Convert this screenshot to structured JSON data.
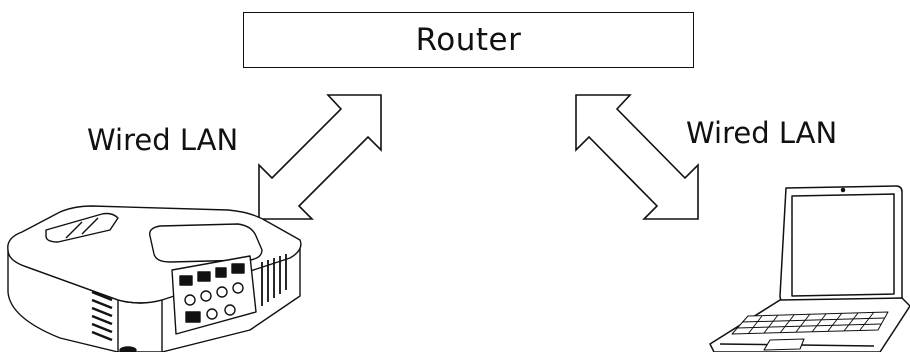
{
  "diagram": {
    "router": {
      "label": "Router"
    },
    "links": [
      {
        "label": "Wired LAN"
      },
      {
        "label": "Wired LAN"
      }
    ],
    "devices": [
      {
        "icon": "projector-icon"
      },
      {
        "icon": "laptop-icon"
      }
    ],
    "colors": {
      "line": "#111111",
      "fill": "#ffffff"
    }
  }
}
